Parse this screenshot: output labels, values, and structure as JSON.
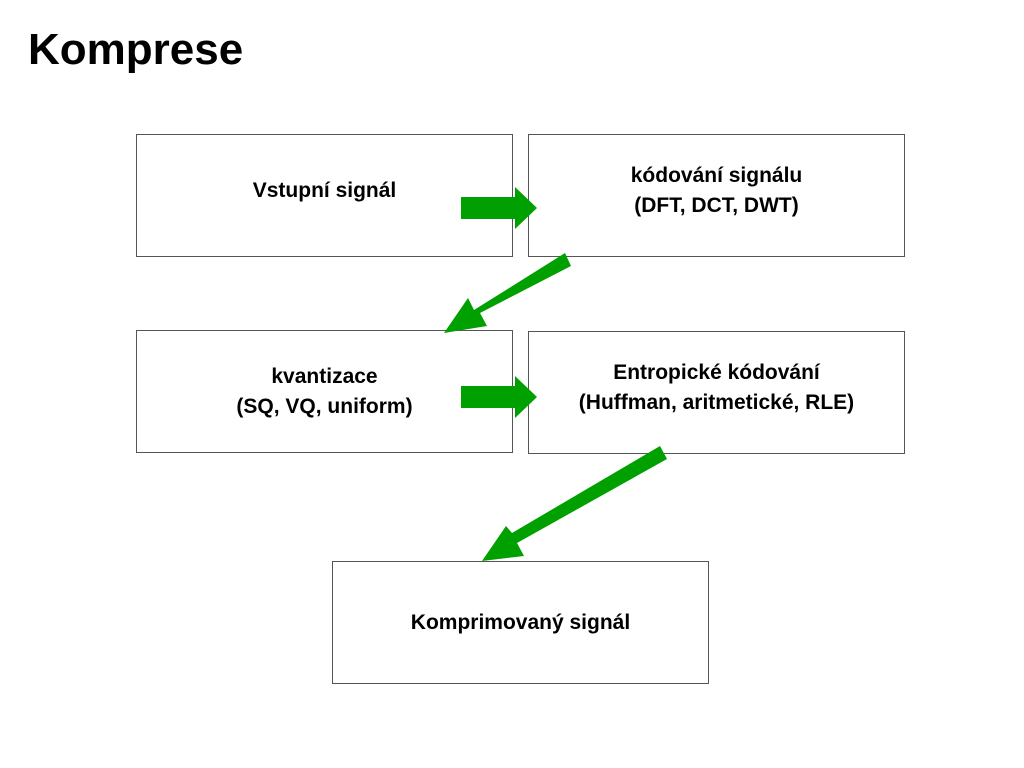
{
  "title": "Komprese",
  "boxes": {
    "input": {
      "lines": [
        "Vstupní signál"
      ]
    },
    "coding": {
      "lines": [
        "kódování signálu",
        "(DFT, DCT, DWT)"
      ]
    },
    "quant": {
      "lines": [
        "kvantizace",
        "(SQ, VQ, uniform)"
      ]
    },
    "entropy": {
      "lines": [
        "Entropické kódování",
        "(Huffman, aritmetické, RLE)"
      ]
    },
    "output": {
      "lines": [
        "Komprimovaný signál"
      ]
    }
  },
  "colors": {
    "arrow": "#00a000",
    "box_border": "#555555",
    "text": "#000000"
  }
}
